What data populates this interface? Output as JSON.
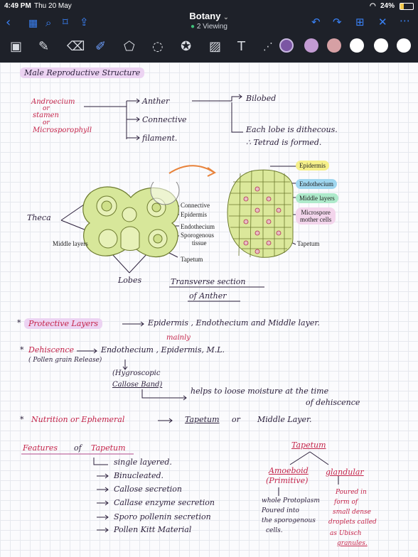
{
  "status_bar": {
    "time": "4:49 PM",
    "date": "Thu 20 May",
    "battery": "24%"
  },
  "header": {
    "title": "Botany",
    "subtitle": "2 Viewing"
  },
  "colors": {
    "highlight": "#ecd3f2",
    "red_ink": "#c4244a",
    "purple_swatch": "#c39bd3",
    "pink_swatch": "#d6a0a4",
    "arrow_orange": "#e8823a"
  },
  "note": {
    "heading": "Male Reproductive Structure",
    "androecium": [
      "Androecium",
      "or",
      "stamen",
      "or",
      "Microsporophyll"
    ],
    "parts": [
      "Anther",
      "Connective",
      "filament."
    ],
    "bilobed": "Bilobed",
    "each_lobe": "Each lobe is dithecous.",
    "tetrad": "∴ Tetrad is formed.",
    "theca": "Theca",
    "middle_layers_left": "Middle layers",
    "lobes": "Lobes",
    "section_labels": [
      "Connective",
      "Epidermis",
      "Endothecium",
      "Sporogenous",
      "tissue",
      "Tapetum"
    ],
    "right_labels": {
      "epidermis": "Epidermis",
      "endothecium": "Endothecium",
      "middle_layers": "Middle layers",
      "microspore_1": "Microspore",
      "microspore_2": "mother cells",
      "tapetum": "Tapetum"
    },
    "caption_1": "Transverse section",
    "caption_2": "of Anther",
    "protective_title": "Protective Layers",
    "protective_text": "Epidermis , Endothecium and Middle layer.",
    "mainly": "mainly",
    "dehiscence_title": "Dehiscence",
    "pollen_release": "( Pollen grain Release)",
    "dehiscence_text": "Endothecium , Epidermis, M.L.",
    "hygroscopic_1": "(Hygroscopic",
    "hygroscopic_2": "Callose Band)",
    "helps_1": "helps to loose moisture at the time",
    "helps_2": "of dehiscence",
    "nutrition_title": "Nutrition or Ephemeral",
    "nutrition_text_1": "Tapetum",
    "nutrition_or": "or",
    "nutrition_text_2": "Middle Layer.",
    "features_title_1": "Features",
    "features_of": "of",
    "features_title_2": "Tapetum",
    "features": [
      "single layered.",
      "Binucleated.",
      "Callose secretion",
      "Callase enzyme secretion",
      "Sporo pollenin secretion",
      "Pollen Kitt Material"
    ],
    "tapetum_head": "Tapetum",
    "amoeboid_1": "Amoeboid",
    "amoeboid_2": "(Primitive)",
    "amoeboid_desc": [
      "whole Protoplasm",
      "Poured into",
      "the sporogenous",
      "cells."
    ],
    "glandular": "glandular",
    "glandular_desc": [
      "Poured in",
      "form of",
      "small dense",
      "droplets called",
      "as Ubisch",
      "granules."
    ]
  }
}
